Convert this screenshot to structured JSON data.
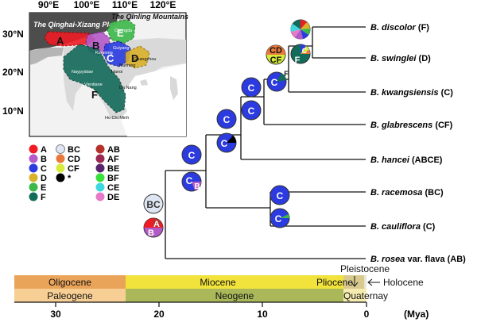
{
  "map": {
    "lon_labels": [
      "90°E",
      "100°E",
      "110°E",
      "120°E"
    ],
    "lat_labels": [
      "30°N",
      "20°N",
      "10°N"
    ],
    "plateau_label": "The Qinghai-Xizang Plateau",
    "qinling_label": "The Qinling Mountains",
    "place_names": [
      "Chengdu",
      "Kunming",
      "Guiyang",
      "Nanning",
      "Guangzhou",
      "Naypyidaw",
      "Vientiane",
      "Hanoi",
      "Da Nang",
      "Ho Chi Minh"
    ],
    "area_labels": [
      "A",
      "B",
      "C",
      "D",
      "E",
      "F"
    ],
    "area_colors": {
      "A": "#ee1c25",
      "B": "#b45ac8",
      "C": "#2b3be0",
      "D": "#d9b22a",
      "E": "#3cb84a",
      "F": "#136b5a"
    }
  },
  "legend": [
    {
      "label": "A",
      "color": "#ee1c25"
    },
    {
      "label": "BC",
      "color": "#dfe6f3"
    },
    {
      "label": "AB",
      "color": "#b5312c"
    },
    {
      "label": "B",
      "color": "#b45ac8"
    },
    {
      "label": "CD",
      "color": "#e8793a"
    },
    {
      "label": "AF",
      "color": "#9b2a52"
    },
    {
      "label": "C",
      "color": "#2b3be0"
    },
    {
      "label": "CF",
      "color": "#d7ec3a"
    },
    {
      "label": "BE",
      "color": "#5a236e"
    },
    {
      "label": "D",
      "color": "#d9b22a"
    },
    {
      "label": "*",
      "color": "#000000"
    },
    {
      "label": "BF",
      "color": "#38e03a"
    },
    {
      "label": "E",
      "color": "#3cb84a"
    },
    {
      "label": "",
      "color": ""
    },
    {
      "label": "CE",
      "color": "#3fd7df"
    },
    {
      "label": "F",
      "color": "#136b5a"
    },
    {
      "label": "",
      "color": ""
    },
    {
      "label": "DE",
      "color": "#e77ac8"
    }
  ],
  "taxa": [
    {
      "genus": "B. discolor",
      "suffix": " (F)"
    },
    {
      "genus": "B. swinglei",
      "suffix": " (D)"
    },
    {
      "genus": "B. kwangsiensis",
      "suffix": " (C)"
    },
    {
      "genus": "B. glabrescens",
      "suffix": " (CF)"
    },
    {
      "genus": "B. hancei",
      "suffix": " (ABCE)"
    },
    {
      "genus": "B. racemosa",
      "suffix": " (BC)"
    },
    {
      "genus": "B. cauliflora",
      "suffix": " (C)"
    },
    {
      "genus": "B. rosea",
      "suffix": " var. flava (AB)"
    }
  ],
  "nodes": [
    {
      "label": "BC",
      "fill": "#dfe6f3",
      "text_color": "#333333"
    },
    {
      "label": "C",
      "fill": "#2b3be0"
    },
    {
      "label": "C",
      "fill": "#2b3be0"
    },
    {
      "label": "C",
      "fill": "#2b3be0"
    },
    {
      "label": "C",
      "fill": "#2b3be0"
    },
    {
      "label": "C",
      "fill": "#2b3be0"
    },
    {
      "label": "C",
      "fill": "#2b3be0"
    },
    {
      "label": "C",
      "fill": "#2b3be0"
    },
    {
      "label": "C",
      "fill": "#2b3be0"
    },
    {
      "label": "C",
      "fill": "#2b3be0"
    },
    {
      "label": "F",
      "fill": "#136b5a"
    },
    {
      "label": "CD",
      "fill": "#e8793a"
    },
    {
      "label": "CF",
      "fill": "#d7ec3a"
    },
    {
      "label": "A",
      "fill": "#ee1c25"
    },
    {
      "label": "B",
      "fill": "#b45ac8"
    },
    {
      "label": "B",
      "fill": "#b45ac8"
    },
    {
      "label": "F",
      "fill": "#136b5a"
    },
    {
      "label": "C",
      "fill": "#2b3be0"
    },
    {
      "label": "F",
      "fill": "#136b5a"
    }
  ],
  "timescale": {
    "epochs": [
      {
        "label": "Oligocene",
        "color": "#eaa45a"
      },
      {
        "label": "Miocene",
        "color": "#f1e23c"
      },
      {
        "label": "Pliocene",
        "color": "#f1e23c"
      },
      {
        "label": "Pleistocene",
        "color": "#d8c98e"
      },
      {
        "label": "Holocene",
        "color": "#e8e6d4"
      }
    ],
    "periods": [
      {
        "label": "Paleogene",
        "color": "#f7cf94"
      },
      {
        "label": "Neogene",
        "color": "#aab85a"
      },
      {
        "label": "Quaternay",
        "color": "#f6ecb0"
      }
    ],
    "ticks": [
      "30",
      "20",
      "10",
      "0"
    ],
    "unit": "(Mya)"
  }
}
